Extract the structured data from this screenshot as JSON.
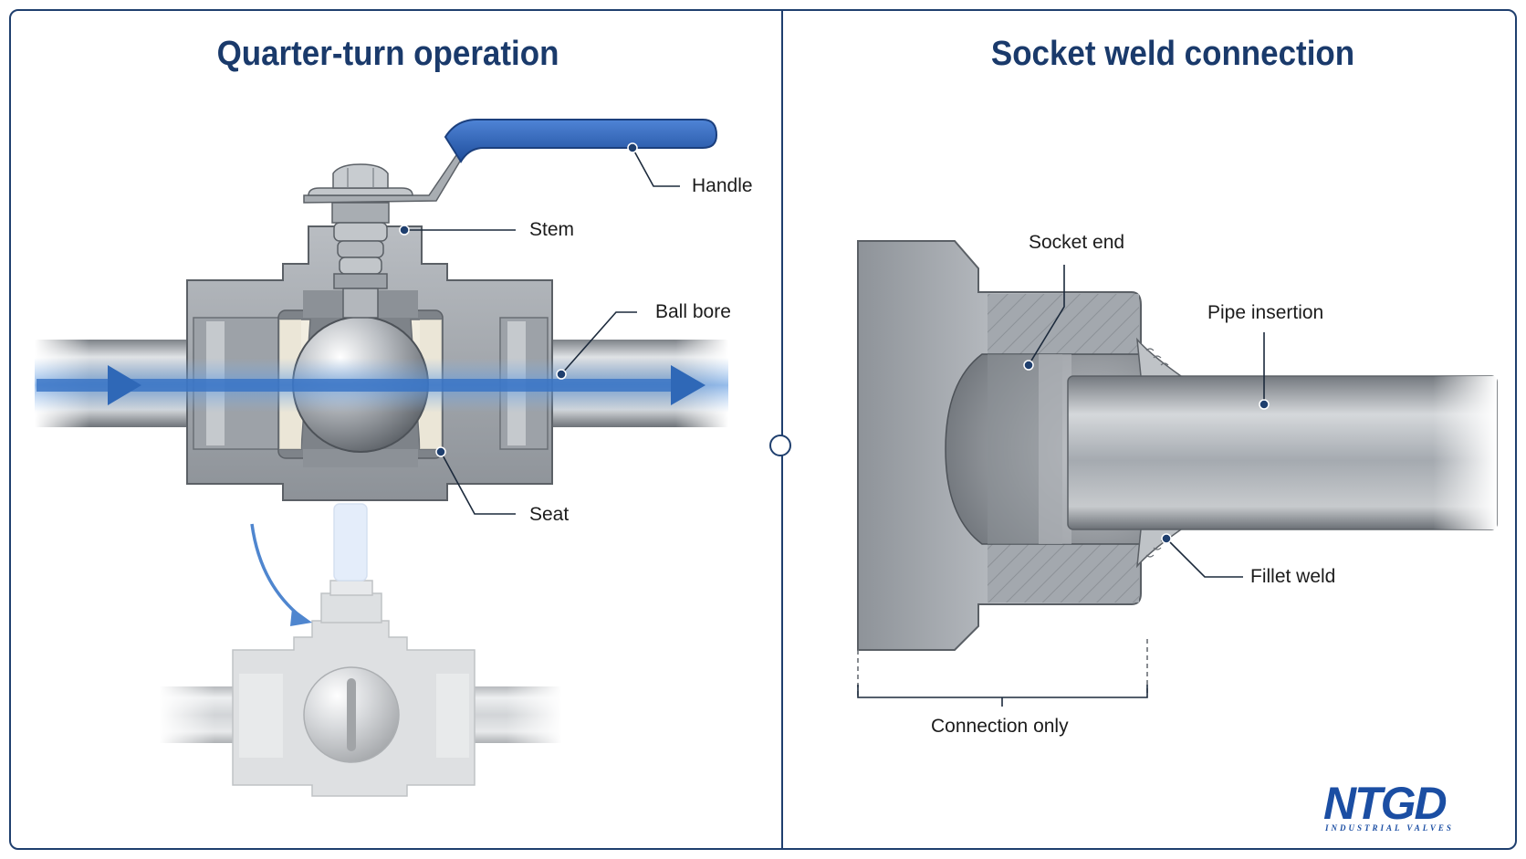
{
  "left_panel": {
    "title": "Quarter-turn operation",
    "labels": {
      "handle": "Handle",
      "stem": "Stem",
      "ball_bore": "Ball bore",
      "seat": "Seat"
    }
  },
  "right_panel": {
    "title": "Socket weld connection",
    "labels": {
      "socket_end": "Socket end",
      "pipe_insertion": "Pipe insertion",
      "fillet_weld": "Fillet weld",
      "connection_only": "Connection only"
    }
  },
  "logo": {
    "main_text": "NTGD",
    "sub_text": "INDUSTRIAL VALVES"
  },
  "colors": {
    "title": "#1a3a6b",
    "border": "#1f3f6e",
    "flow_arrow": "#2f68b7",
    "handle": "#2a5db0",
    "steel": "#a9adb2"
  }
}
